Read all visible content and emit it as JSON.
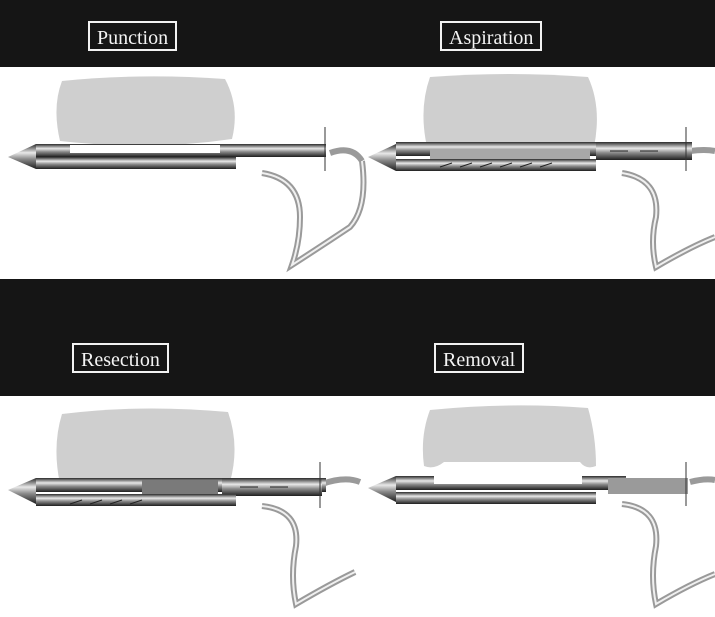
{
  "panels": [
    {
      "id": "punction",
      "label": "Punction"
    },
    {
      "id": "aspiration",
      "label": "Aspiration"
    },
    {
      "id": "resection",
      "label": "Resection"
    },
    {
      "id": "removal",
      "label": "Removal"
    }
  ],
  "colors": {
    "band": "#151515",
    "tissue": "#cfcfcf",
    "needle_dark": "#3a3a3a",
    "needle_light": "#e6e6e6",
    "tube": "#9a9a9a"
  }
}
